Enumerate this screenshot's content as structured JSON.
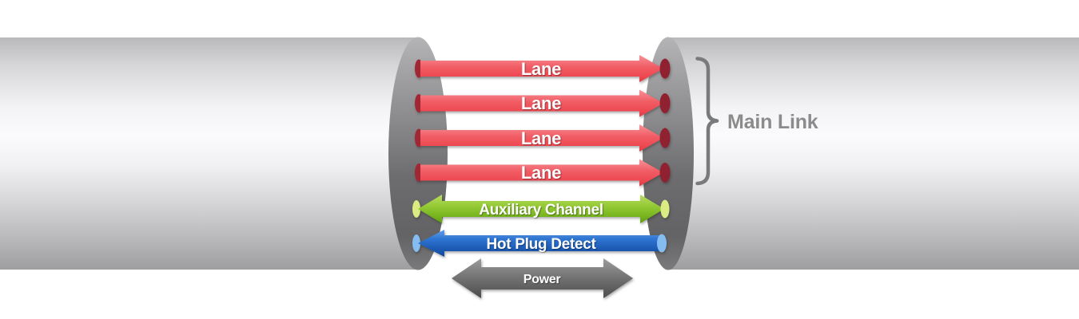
{
  "diagram": {
    "lanes": [
      {
        "label": "Lane"
      },
      {
        "label": "Lane"
      },
      {
        "label": "Lane"
      },
      {
        "label": "Lane"
      }
    ],
    "auxiliary_label": "Auxiliary Channel",
    "hot_plug_label": "Hot Plug Detect",
    "power_label": "Power",
    "main_link_label": "Main Link",
    "colors": {
      "lane_arrow": "#ee4a52",
      "lane_cap": "#9c2432",
      "aux_arrow": "#8bc63f",
      "aux_cap": "#dcea82",
      "hpd_arrow": "#2469c8",
      "hpd_cap": "#86bdf0",
      "power_arrow": "#6e6e6e",
      "cable_body": "#c6c6c8",
      "cut_face": "#6d6d6f",
      "brace": "#797a7c",
      "main_link_text": "#8b8b8b"
    }
  }
}
